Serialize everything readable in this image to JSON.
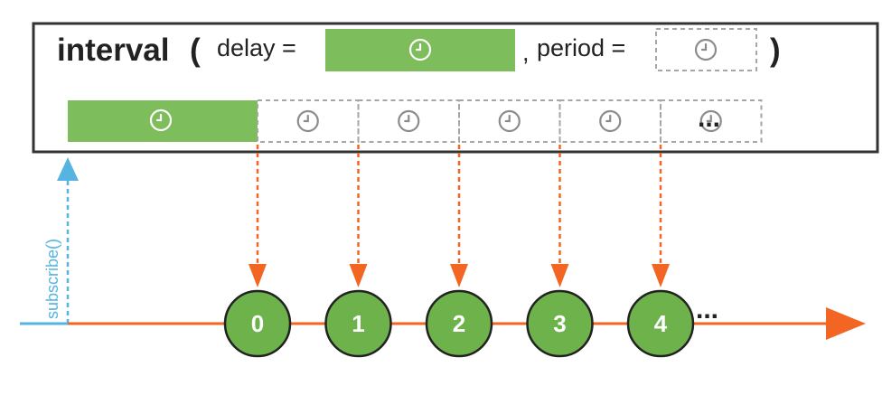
{
  "operator": {
    "name": "interval",
    "open_paren": "(",
    "close_paren": ")",
    "delay_label": "delay =",
    "comma": ",",
    "period_label": "period ="
  },
  "timeline": {
    "ellipsis": "...",
    "period_slots": 5
  },
  "subscribe_label": "subscribe()",
  "marbles": [
    "0",
    "1",
    "2",
    "3",
    "4"
  ],
  "marble_ellipsis": "...",
  "colors": {
    "delay_green": "#7ebd5c",
    "marble_green": "#6db24a",
    "orange": "#f26522",
    "subscribe_blue": "#56b4e1",
    "dashed_gray": "#a6a6a6",
    "outline": "#333333"
  },
  "icons": {
    "delay": "clock-icon",
    "period": "clock-icon"
  }
}
